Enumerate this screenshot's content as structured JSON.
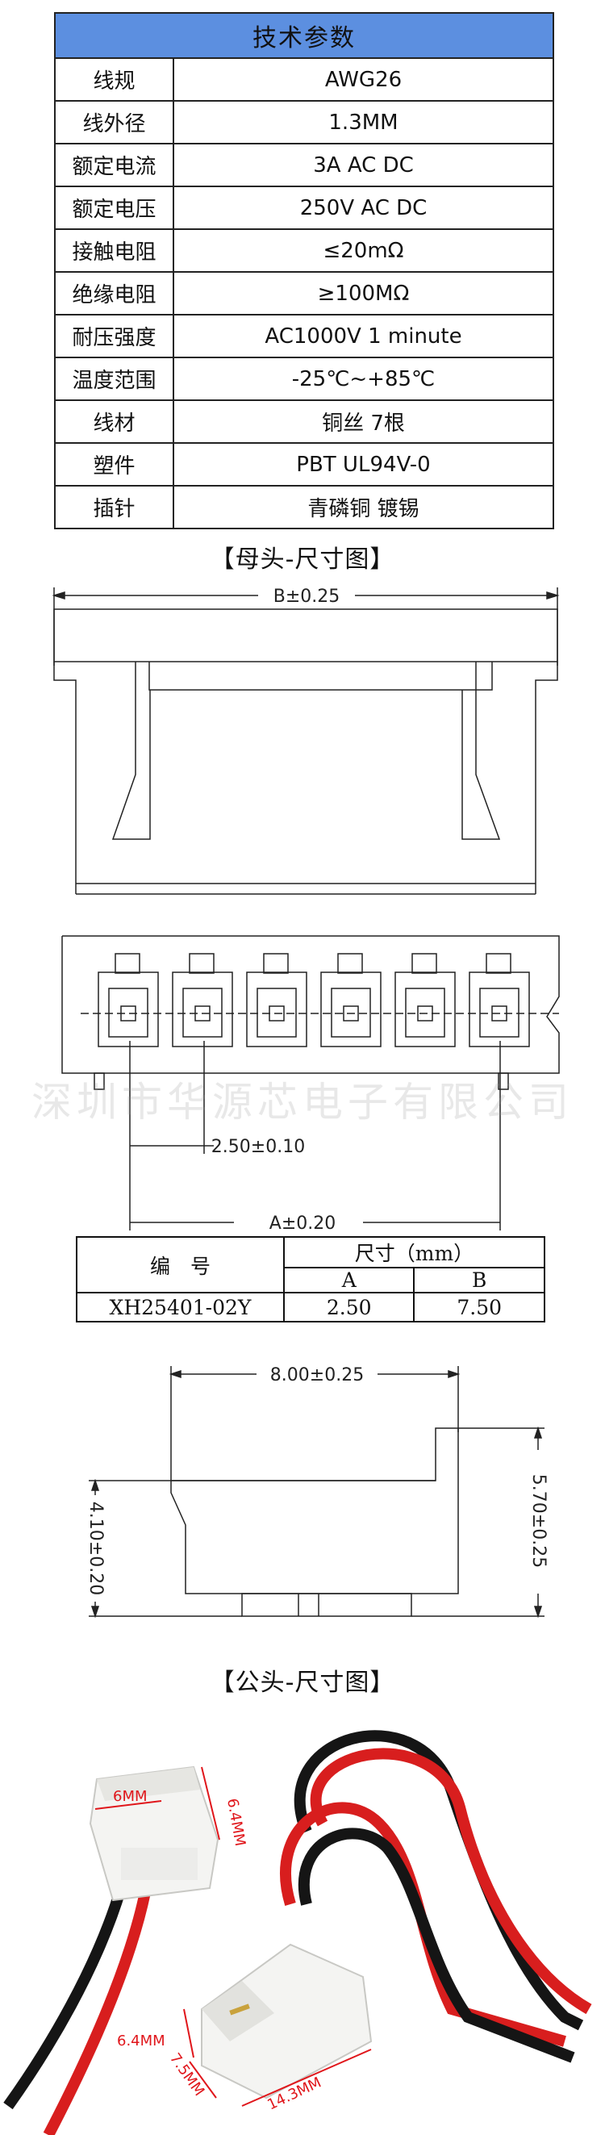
{
  "spec_table": {
    "title": "技术参数",
    "rows": [
      {
        "label": "线规",
        "value": "AWG26"
      },
      {
        "label": "线外径",
        "value": "1.3MM"
      },
      {
        "label": "额定电流",
        "value": "3A AC DC"
      },
      {
        "label": "额定电压",
        "value": "250V AC DC"
      },
      {
        "label": "接触电阻",
        "value": "≤20mΩ"
      },
      {
        "label": "绝缘电阻",
        "value": "≥100MΩ"
      },
      {
        "label": "耐压强度",
        "value": "AC1000V 1 minute"
      },
      {
        "label": "温度范围",
        "value": "-25℃~+85℃"
      },
      {
        "label": "线材",
        "value": "铜丝 7根"
      },
      {
        "label": "塑件",
        "value": "PBT UL94V-0"
      },
      {
        "label": "插针",
        "value": "青磷铜 镀锡"
      }
    ]
  },
  "female_section": {
    "title": "【母头-尺寸图】",
    "dim_b": "B±0.25",
    "dim_pitch": "2.50±0.10",
    "dim_a": "A±0.20",
    "watermark": "深圳市华源芯电子有限公司"
  },
  "dim_table": {
    "col_code": "编　号",
    "col_size": "尺寸（mm）",
    "col_a": "A",
    "col_b": "B",
    "code": "XH25401-02Y",
    "a": "2.50",
    "b": "7.50"
  },
  "side_view": {
    "width": "8.00±0.25",
    "left_height": "4.10±0.20",
    "right_height": "5.70±0.25"
  },
  "male_section": {
    "title": "【公头-尺寸图】",
    "female_width": "6MM",
    "female_height": "6.4MM",
    "male_height": "6.4MM",
    "male_depth": "7.5MM",
    "male_length": "14.3MM"
  },
  "colors": {
    "header_blue": "#5c8fe0",
    "wire_red": "#d81e1e",
    "wire_black": "#151515",
    "dim_red": "#e0161b"
  }
}
